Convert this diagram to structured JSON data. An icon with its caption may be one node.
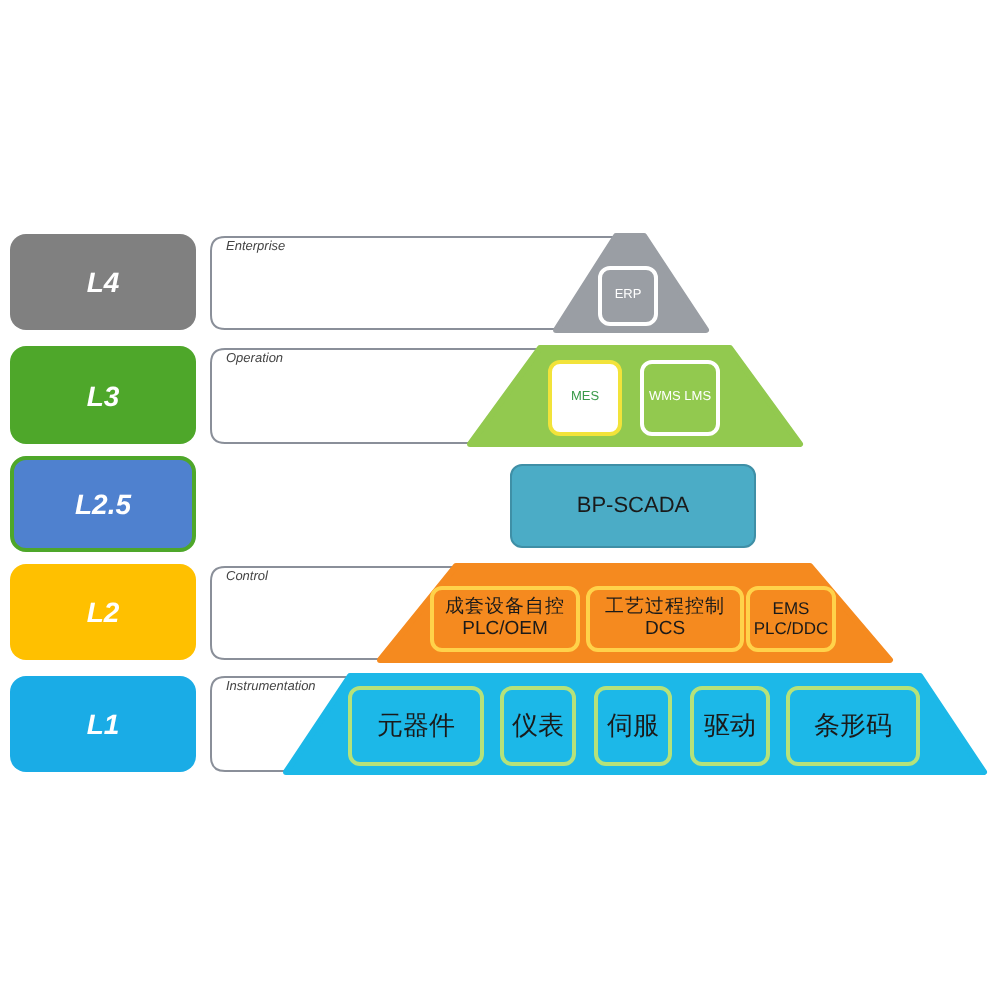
{
  "diagram": {
    "nodes": [
      {
        "text": [
          "L4"
        ]
      },
      {
        "text": [
          "Enterprise"
        ]
      },
      {
        "text": [
          "ERP"
        ],
        "in": 1
      },
      {
        "text": [
          "L3"
        ]
      },
      {
        "text": [
          "Operation"
        ]
      },
      {
        "text": [
          "MES"
        ],
        "in": 4
      },
      {
        "text": [
          "WMS LMS"
        ],
        "in": 4
      },
      {
        "text": [
          "L2.5"
        ]
      },
      {
        "text": [
          "BP-SCADA"
        ]
      },
      {
        "text": [
          "L2"
        ]
      },
      {
        "text": [
          "Control"
        ]
      },
      {
        "text": [
          "成套设备自控",
          "PLC/OEM"
        ],
        "in": 10
      },
      {
        "text": [
          "工艺过程控制",
          "DCS"
        ],
        "in": 10
      },
      {
        "text": [
          "EMS",
          "PLC/DDC"
        ],
        "in": 10
      },
      {
        "text": [
          "L1"
        ]
      },
      {
        "text": [
          "Instrumentation"
        ]
      },
      {
        "text": [
          "元器件"
        ],
        "in": 15
      },
      {
        "text": [
          "仪表"
        ],
        "in": 15
      },
      {
        "text": [
          "伺服"
        ],
        "in": 15
      },
      {
        "text": [
          "驱动"
        ],
        "in": 15
      },
      {
        "text": [
          "条形码"
        ],
        "in": 15
      }
    ]
  }
}
